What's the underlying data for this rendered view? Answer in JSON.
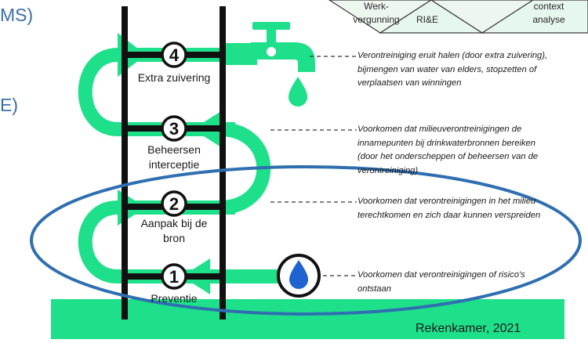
{
  "left_fragments": [
    "MS)",
    "E)"
  ],
  "top_triangles": [
    "Werk-vergunning",
    "RI&E",
    "Context analyse"
  ],
  "rungs": [
    {
      "number": "4",
      "label": "Extra zuivering"
    },
    {
      "number": "3",
      "label": "Beheersen interceptie"
    },
    {
      "number": "2",
      "label": "Aanpak bij de bron"
    },
    {
      "number": "1",
      "label": "Preventie"
    }
  ],
  "notes": [
    "Verontreiniging eruit halen (door extra zuivering), bijmengen van water van elders, stopzetten of verplaatsen van winningen",
    "Voorkomen dat milieuverontreinigingen de innamepunten bij drinkwaterbronnen bereiken (door het onderscheppen of beheersen van de verontreiniging)",
    "Voorkomen dat verontreinigingen in het milieu terechtkomen en zich daar kunnen verspreiden",
    "Voorkomen dat verontreinigingen of risico's ontstaan"
  ],
  "icons": [
    "water-tap-icon",
    "water-drop-icon",
    "water-drop-badge-icon"
  ],
  "colors": {
    "accent_green": "#1fe08a",
    "ellipse_blue": "#2f6fb0",
    "drop_blue": "#1e63d0",
    "text_blue": "#3b6fa8"
  },
  "credit": "Rekenkamer, 2021"
}
